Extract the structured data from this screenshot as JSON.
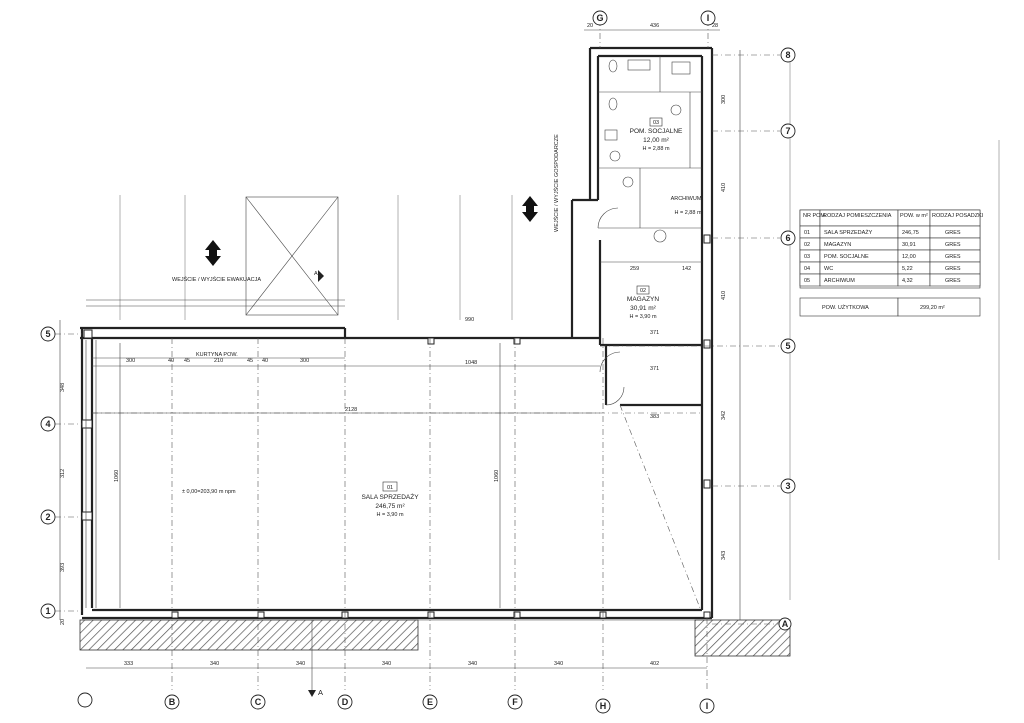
{
  "grid_axes": {
    "vertical": [
      "B",
      "C",
      "D",
      "E",
      "F",
      "H",
      "I"
    ],
    "top": [
      "G",
      "I"
    ],
    "right": [
      "8",
      "7",
      "6",
      "5",
      "3",
      "A"
    ],
    "left": [
      "5",
      "4",
      "2",
      "1"
    ]
  },
  "rooms": {
    "sala": {
      "num": "01",
      "name": "SALA SPRZEDAŻY",
      "area": "246,75 m²",
      "height": "H = 3,90 m"
    },
    "magazyn": {
      "num": "02",
      "name": "MAGAZYN",
      "area": "30,91 m²",
      "height": "H = 3,90 m"
    },
    "socjalne": {
      "num": "03",
      "name": "POM. SOCJALNE",
      "area": "12,00 m²",
      "height": "H = 2,88 m"
    },
    "archiwum": {
      "name": "ARCHIWUM",
      "height": "H = 2,88 m"
    }
  },
  "labels": {
    "entrance": "WEJŚCIE / WYJŚCIE EWAKUACJA",
    "side_entrance": "WEJŚCIE / WYJŚCIE GOSPODARCZE",
    "level": "± 0,00=203,90 m npm",
    "curtain": "KURTYNA POW.",
    "section": "A"
  },
  "dims": {
    "top": [
      "20",
      "436",
      "28"
    ],
    "wall_top": "990",
    "inner_top": "1048",
    "sala_width": "2128",
    "left": [
      "348",
      "312",
      "393",
      "20"
    ],
    "bottom": [
      "333",
      "340",
      "340",
      "340",
      "340",
      "340",
      "402"
    ],
    "right": [
      "300",
      "410",
      "410",
      "342",
      "343"
    ],
    "sala_height": "1060",
    "top_row": [
      "300",
      "40",
      "45",
      "210",
      "45",
      "40",
      "300"
    ],
    "magazyn": [
      "259",
      "142",
      "371",
      "371",
      "383"
    ]
  },
  "table": {
    "headers": [
      "NR POM.",
      "RODZAJ POMIESZCZENIA",
      "POW. w m²",
      "RODZAJ POSADZKI"
    ],
    "rows": [
      [
        "01",
        "SALA SPRZEDAŻY",
        "246,75",
        "GRES"
      ],
      [
        "02",
        "MAGAZYN",
        "30,91",
        "GRES"
      ],
      [
        "03",
        "POM. SOCJALNE",
        "12,00",
        "GRES"
      ],
      [
        "04",
        "WC",
        "5,22",
        "GRES"
      ],
      [
        "05",
        "ARCHIWUM",
        "4,32",
        "GRES"
      ]
    ],
    "total_label": "POW. UŻYTKOWA",
    "total_value": "299,20 m²"
  }
}
